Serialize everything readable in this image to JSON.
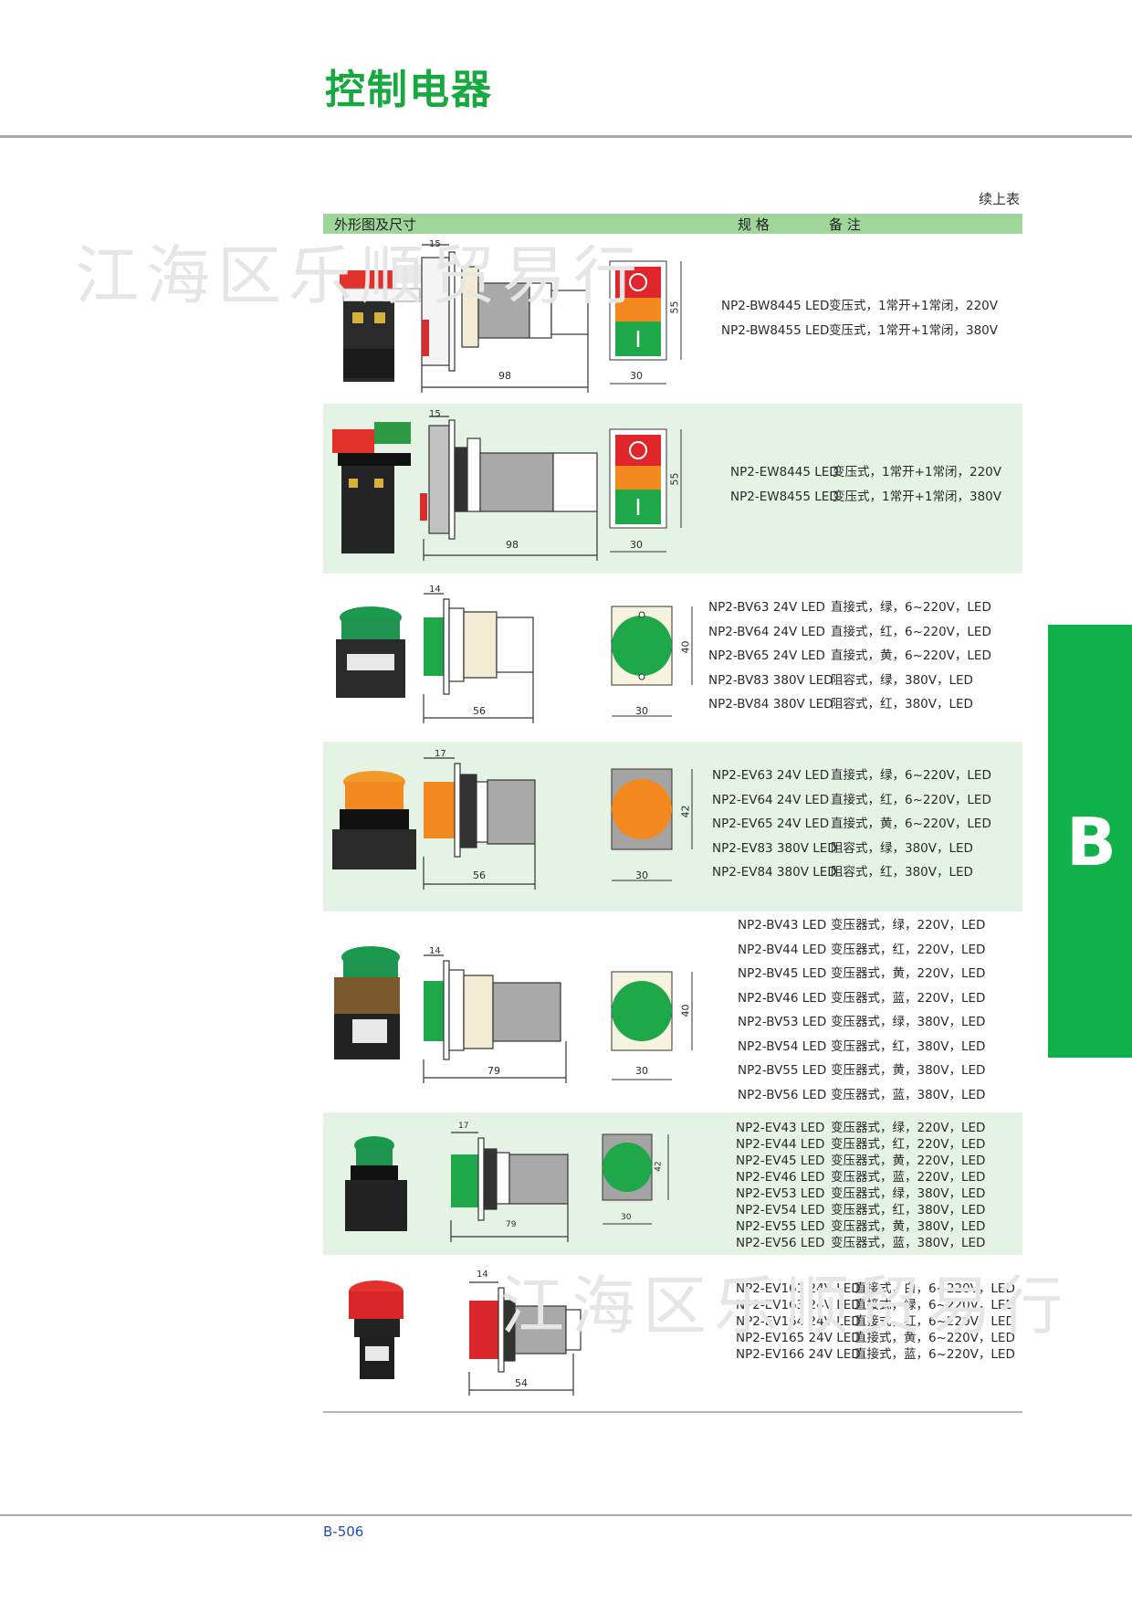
{
  "header": {
    "title": "控制电器",
    "continued": "续上表"
  },
  "table_header": {
    "col_figure": "外形图及尺寸",
    "col_spec": "规 格",
    "col_note": "备 注"
  },
  "watermark": "江海区乐顺贸易行",
  "side_tab": {
    "letter": "B"
  },
  "footer": {
    "page_number": "B-506"
  },
  "colors": {
    "brand_green": "#17a840",
    "header_bar": "#9fd69a",
    "row_shade": "#e4f3e4",
    "side_tab": "#10b04a",
    "lamp_green": "#1ea84a",
    "lamp_orange": "#f28a1f",
    "lamp_red": "#e0262b"
  },
  "sections": [
    {
      "dims": {
        "flange": "15",
        "length": "98",
        "width": "30",
        "height": "55"
      },
      "rows": [
        {
          "model": "NP2-BW8445 LED",
          "desc": "变压式，1常开+1常闭，220V"
        },
        {
          "model": "NP2-BW8455 LED",
          "desc": "变压式，1常开+1常闭，380V"
        }
      ]
    },
    {
      "dims": {
        "flange": "15",
        "length": "98",
        "width": "30",
        "height": "55"
      },
      "rows": [
        {
          "model": "NP2-EW8445 LED",
          "desc": "变压式，1常开+1常闭，220V"
        },
        {
          "model": "NP2-EW8455 LED",
          "desc": "变压式，1常开+1常闭，380V"
        }
      ]
    },
    {
      "dims": {
        "flange": "14",
        "length": "56",
        "width": "30",
        "height": "40"
      },
      "rows": [
        {
          "model": "NP2-BV63 24V LED",
          "desc": "直接式，绿，6~220V，LED"
        },
        {
          "model": "NP2-BV64 24V LED",
          "desc": "直接式，红，6~220V，LED"
        },
        {
          "model": "NP2-BV65 24V LED",
          "desc": "直接式，黄，6~220V，LED"
        },
        {
          "model": "NP2-BV83 380V LED",
          "desc": "阻容式，绿，380V，LED"
        },
        {
          "model": "NP2-BV84 380V LED",
          "desc": "阻容式，红，380V，LED"
        }
      ]
    },
    {
      "dims": {
        "flange": "17",
        "length": "56",
        "width": "30",
        "height": "42"
      },
      "rows": [
        {
          "model": "NP2-EV63 24V LED",
          "desc": "直接式，绿，6~220V，LED"
        },
        {
          "model": "NP2-EV64 24V LED",
          "desc": "直接式，红，6~220V，LED"
        },
        {
          "model": "NP2-EV65 24V LED",
          "desc": "直接式，黄，6~220V，LED"
        },
        {
          "model": "NP2-EV83 380V LED",
          "desc": "阻容式，绿，380V，LED"
        },
        {
          "model": "NP2-EV84 380V LED",
          "desc": "阻容式，红，380V，LED"
        }
      ]
    },
    {
      "dims": {
        "flange": "14",
        "length": "79",
        "width": "30",
        "height": "40"
      },
      "rows": [
        {
          "model": "NP2-BV43 LED",
          "desc": "变压器式，绿，220V，LED"
        },
        {
          "model": "NP2-BV44 LED",
          "desc": "变压器式，红，220V，LED"
        },
        {
          "model": "NP2-BV45 LED",
          "desc": "变压器式，黄，220V，LED"
        },
        {
          "model": "NP2-BV46 LED",
          "desc": "变压器式，蓝，220V，LED"
        },
        {
          "model": "NP2-BV53 LED",
          "desc": "变压器式，绿，380V，LED"
        },
        {
          "model": "NP2-BV54 LED",
          "desc": "变压器式，红，380V，LED"
        },
        {
          "model": "NP2-BV55 LED",
          "desc": "变压器式，黄，380V，LED"
        },
        {
          "model": "NP2-BV56 LED",
          "desc": "变压器式，蓝，380V，LED"
        }
      ]
    },
    {
      "dims": {
        "flange": "17",
        "length": "79",
        "width": "30",
        "height": "42"
      },
      "rows": [
        {
          "model": "NP2-EV43 LED",
          "desc": "变压器式，绿，220V，LED"
        },
        {
          "model": "NP2-EV44 LED",
          "desc": "变压器式，红，220V，LED"
        },
        {
          "model": "NP2-EV45 LED",
          "desc": "变压器式，黄，220V，LED"
        },
        {
          "model": "NP2-EV46 LED",
          "desc": "变压器式，蓝，220V，LED"
        },
        {
          "model": "NP2-EV53 LED",
          "desc": "变压器式，绿，380V，LED"
        },
        {
          "model": "NP2-EV54 LED",
          "desc": "变压器式，红，380V，LED"
        },
        {
          "model": "NP2-EV55 LED",
          "desc": "变压器式，黄，380V，LED"
        },
        {
          "model": "NP2-EV56 LED",
          "desc": "变压器式，蓝，380V，LED"
        }
      ]
    },
    {
      "dims": {
        "flange": "14",
        "length": "54"
      },
      "rows": [
        {
          "model": "NP2-EV161 24V LED",
          "desc": "直接式，白，6~220V，LED"
        },
        {
          "model": "NP2-EV163 24V LED",
          "desc": "直接式，绿，6~220V，LED"
        },
        {
          "model": "NP2-EV164 24V LED",
          "desc": "直接式，红，6~220V，LED"
        },
        {
          "model": "NP2-EV165 24V LED",
          "desc": "直接式，黄，6~220V，LED"
        },
        {
          "model": "NP2-EV166 24V LED",
          "desc": "直接式，蓝，6~220V，LED"
        }
      ]
    }
  ]
}
